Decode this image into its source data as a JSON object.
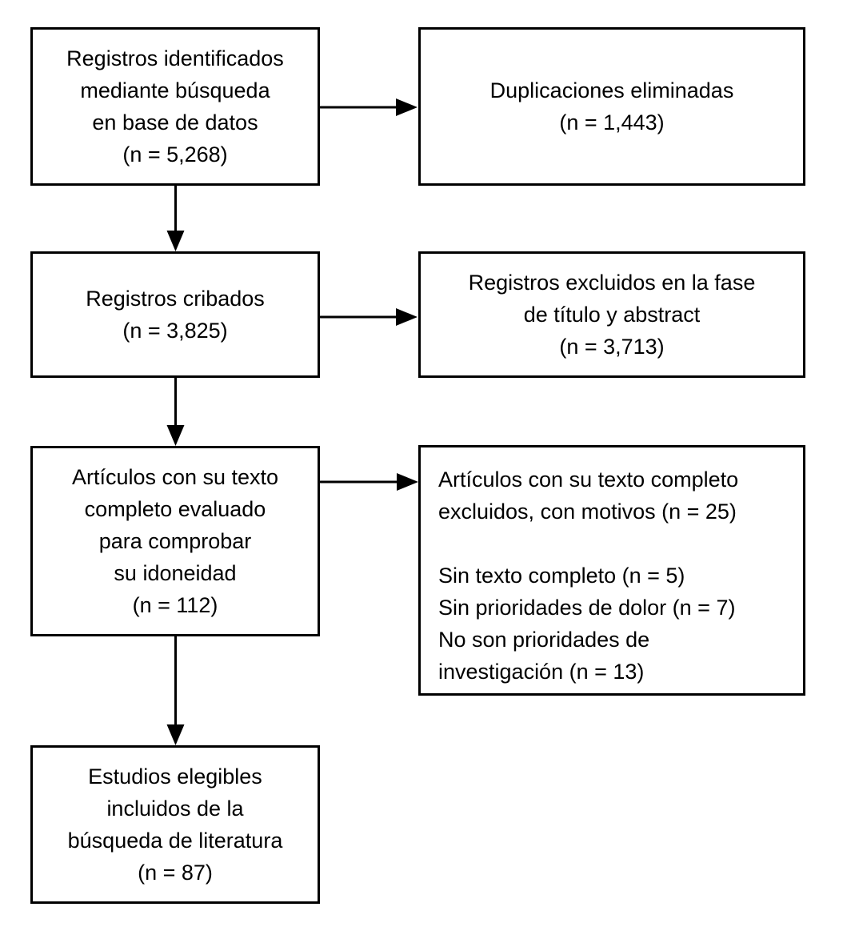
{
  "diagram": {
    "type": "flowchart",
    "language": "es",
    "colors": {
      "background": "#ffffff",
      "box_fill": "#ffffff",
      "box_border": "#000000",
      "text": "#000000",
      "arrow": "#000000"
    },
    "boxes": {
      "identified": {
        "n": "5,268",
        "lines": [
          "Registros identificados",
          "mediante búsqueda",
          "en base de datos",
          "(n = 5,268)"
        ]
      },
      "duplicates": {
        "n": "1,443",
        "lines": [
          "Duplicaciones eliminadas",
          "(n = 1,443)"
        ]
      },
      "screened": {
        "n": "3,825",
        "lines": [
          "Registros cribados",
          "(n = 3,825)"
        ]
      },
      "excluded_title_abstract": {
        "n": "3,713",
        "lines": [
          "Registros excluidos en la fase",
          "de título y abstract",
          "(n = 3,713)"
        ]
      },
      "fulltext_assessed": {
        "n": "112",
        "lines": [
          "Artículos con su texto",
          "completo evaluado",
          "para comprobar",
          "su idoneidad",
          "(n = 112)"
        ]
      },
      "fulltext_excluded": {
        "n": "25",
        "lines": [
          "Artículos con su texto completo",
          "excluidos, con motivos (n = 25)",
          "",
          "Sin texto completo (n = 5)",
          "Sin prioridades de dolor (n = 7)",
          "No son prioridades de",
          "investigación (n = 13)"
        ]
      },
      "included": {
        "n": "87",
        "lines": [
          "Estudios elegibles",
          "incluidos de la",
          "búsqueda de literatura",
          "(n = 87)"
        ]
      }
    }
  }
}
